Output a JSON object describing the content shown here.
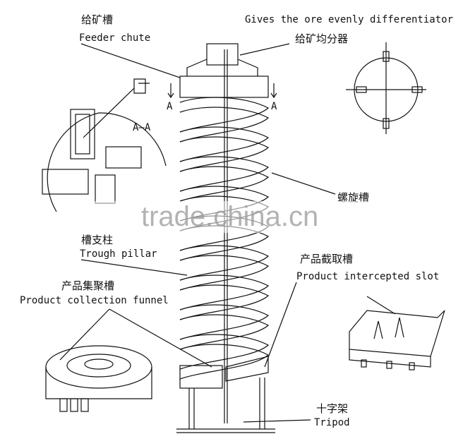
{
  "labels": {
    "feeder_cn": "给矿槽",
    "feeder_en": "Feeder chute",
    "distributor_en": "Gives the ore evenly differentiator",
    "distributor_cn": "给矿均分器",
    "section_a_left": "A",
    "section_a_right": "A",
    "section_aa": "A—A",
    "spiral_cn": "螺旋槽",
    "pillar_cn": "槽支柱",
    "pillar_en": "Trough pillar",
    "funnel_cn": "产品集聚槽",
    "funnel_en": "Product collection funnel",
    "slot_cn": "产品截取槽",
    "slot_en": "Product intercepted slot",
    "tripod_cn": "十字架",
    "tripod_en": "Tripod"
  },
  "watermark": "trade.china.cn"
}
